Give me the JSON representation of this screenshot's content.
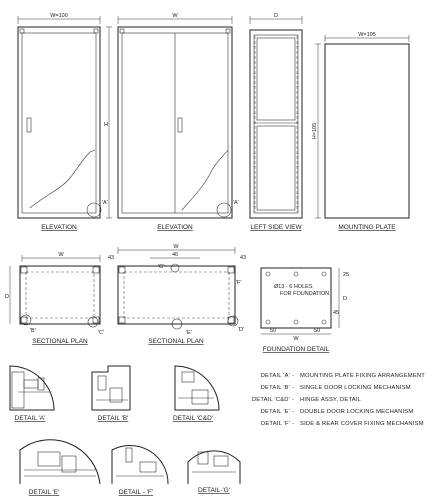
{
  "dims": {
    "w100": "W=100",
    "w": "W",
    "d": "D",
    "w105": "W=105",
    "h": "H",
    "h105": "H=105",
    "d43": "43",
    "d46": "46",
    "d50": "50",
    "d25": "25",
    "d45": "45"
  },
  "views": {
    "elevation1": "ELEVATION",
    "elevation2": "ELEVATION",
    "left_side": "LEFT SIDE VIEW",
    "mounting_plate": "MOUNTING PLATE",
    "sectional_plan1": "SECTIONAL PLAN",
    "sectional_plan2": "SECTIONAL PLAN",
    "foundation": "FOUNDATION DETAIL"
  },
  "callouts": {
    "a1": "'A'",
    "a2": "'A'",
    "b": "'B'",
    "c": "'C'",
    "d": "'D'",
    "e": "'E'",
    "f": "'F'",
    "g": "'G'",
    "holes_line1": "Ø13 - 6 HOLES",
    "holes_line2": "FOR FOUNDATION"
  },
  "legend": [
    {
      "key": "DETAIL 'A'",
      "desc": "MOUNTING PLATE FIXING ARRANGEMENT"
    },
    {
      "key": "DETAIL 'B'",
      "desc": "SINGLE DOOR LOCKING MECHANISM"
    },
    {
      "key": "DETAIL 'C&D'",
      "desc": "HINGE ASSY. DETAIL"
    },
    {
      "key": "DETAIL 'E'",
      "desc": "DOUBLE DOOR LOCKING MECHANISM"
    },
    {
      "key": "DETAIL 'F'",
      "desc": "SIDE & REAR COVER FIXING MECHANISM"
    }
  ],
  "details": {
    "a": "DETAIL 'A'",
    "b": "DETAIL 'B'",
    "cd": "DETAIL 'C&D'",
    "e": "DETAIL 'E'",
    "f": "DETAIL - 'F'",
    "g": "DETAIL-'G'"
  }
}
